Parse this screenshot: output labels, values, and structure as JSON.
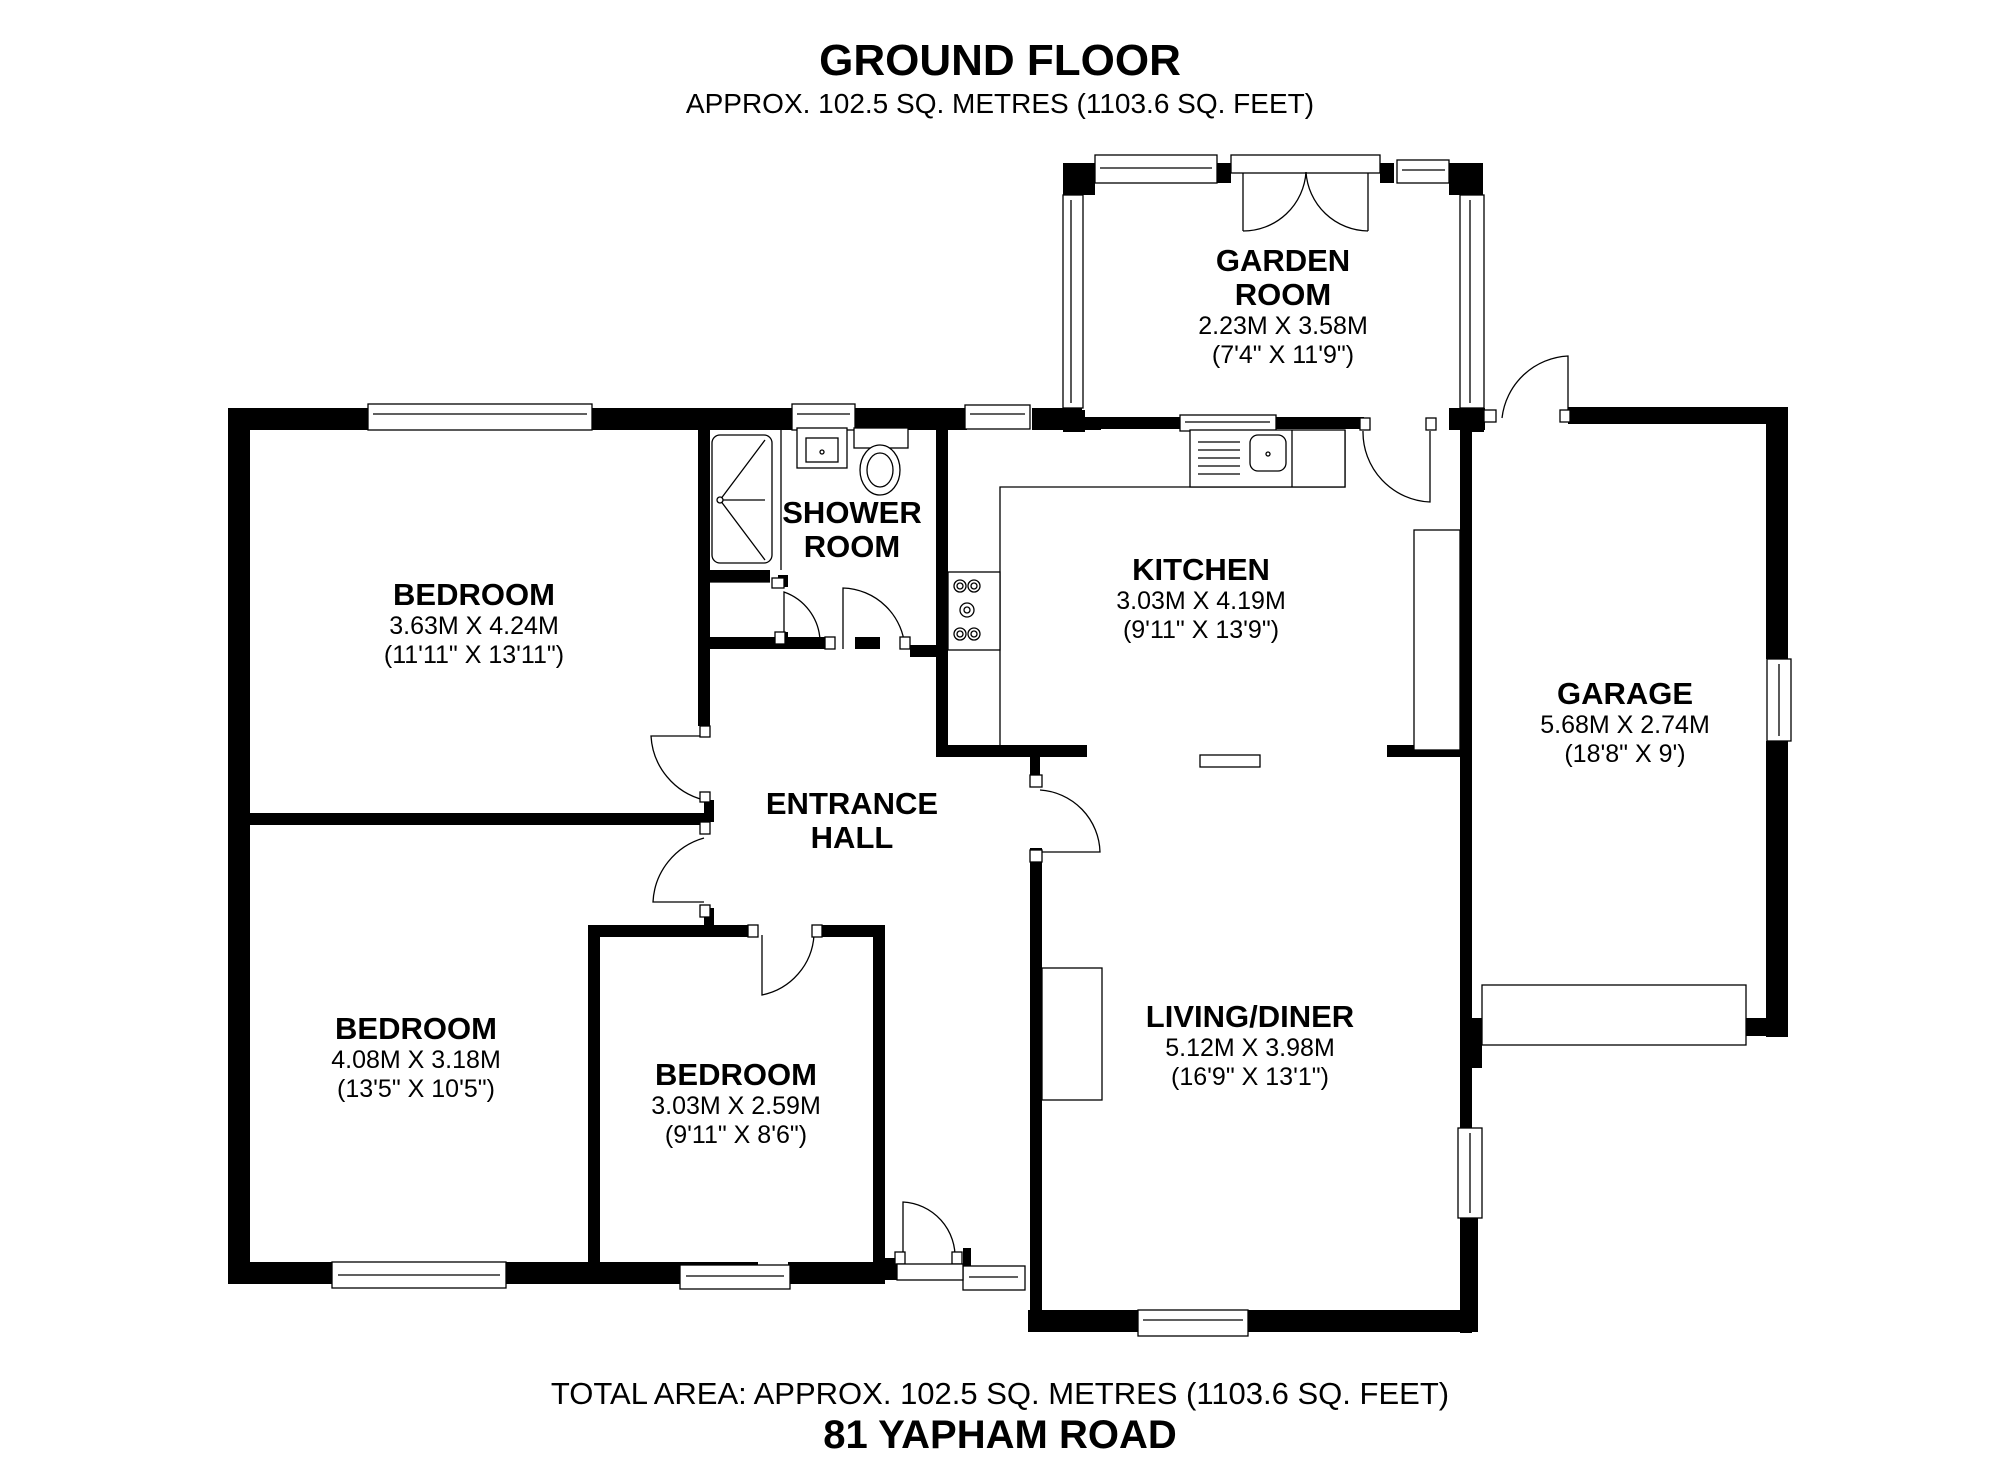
{
  "header": {
    "title": "GROUND FLOOR",
    "subtitle": "APPROX. 102.5 SQ. METRES (1103.6 SQ. FEET)"
  },
  "rooms": {
    "garden_room": {
      "name_line1": "GARDEN",
      "name_line2": "ROOM",
      "metric": "2.23M X 3.58M",
      "imperial": "(7'4\" X 11'9\")"
    },
    "shower_room": {
      "name_line1": "SHOWER",
      "name_line2": "ROOM"
    },
    "bedroom_1": {
      "name": "BEDROOM",
      "metric": "3.63M X 4.24M",
      "imperial": "(11'11\" X 13'11\")"
    },
    "kitchen": {
      "name": "KITCHEN",
      "metric": "3.03M X 4.19M",
      "imperial": "(9'11\" X 13'9\")"
    },
    "garage": {
      "name": "GARAGE",
      "metric": "5.68M X 2.74M",
      "imperial": "(18'8\" X 9')"
    },
    "entrance_hall": {
      "name_line1": "ENTRANCE",
      "name_line2": "HALL"
    },
    "living_diner": {
      "name": "LIVING/DINER",
      "metric": "5.12M X 3.98M",
      "imperial": "(16'9\" X 13'1\")"
    },
    "bedroom_2": {
      "name": "BEDROOM",
      "metric": "4.08M X 3.18M",
      "imperial": "(13'5\" X 10'5\")"
    },
    "bedroom_3": {
      "name": "BEDROOM",
      "metric": "3.03M X 2.59M",
      "imperial": "(9'11\" X 8'6\")"
    }
  },
  "footer": {
    "total_area": "TOTAL AREA: APPROX. 102.5 SQ. METRES (1103.6 SQ. FEET)",
    "address": "81 YAPHAM ROAD"
  },
  "colors": {
    "wall": "#000000",
    "background": "#ffffff"
  }
}
